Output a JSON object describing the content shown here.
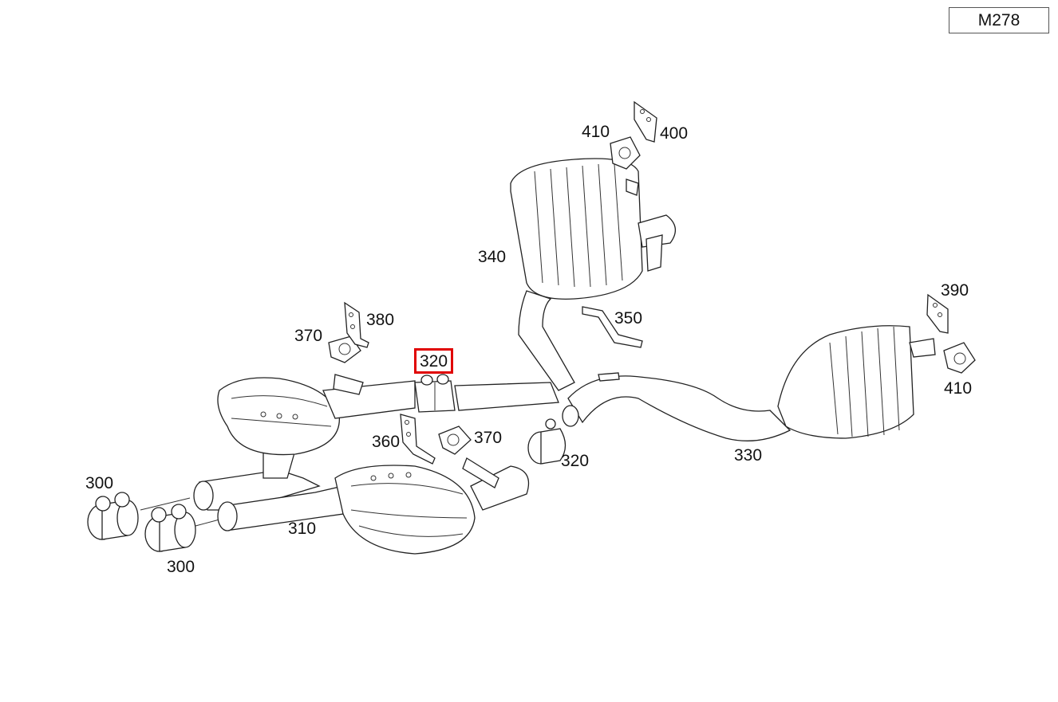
{
  "model": "M278",
  "callouts": {
    "c300a": "300",
    "c300b": "300",
    "c310": "310",
    "c320a": "320",
    "c320b": "320",
    "c330": "330",
    "c340": "340",
    "c350": "350",
    "c360": "360",
    "c370a": "370",
    "c370b": "370",
    "c380": "380",
    "c390": "390",
    "c400": "400",
    "c410a": "410",
    "c410b": "410"
  },
  "highlight_color": "#e00000"
}
